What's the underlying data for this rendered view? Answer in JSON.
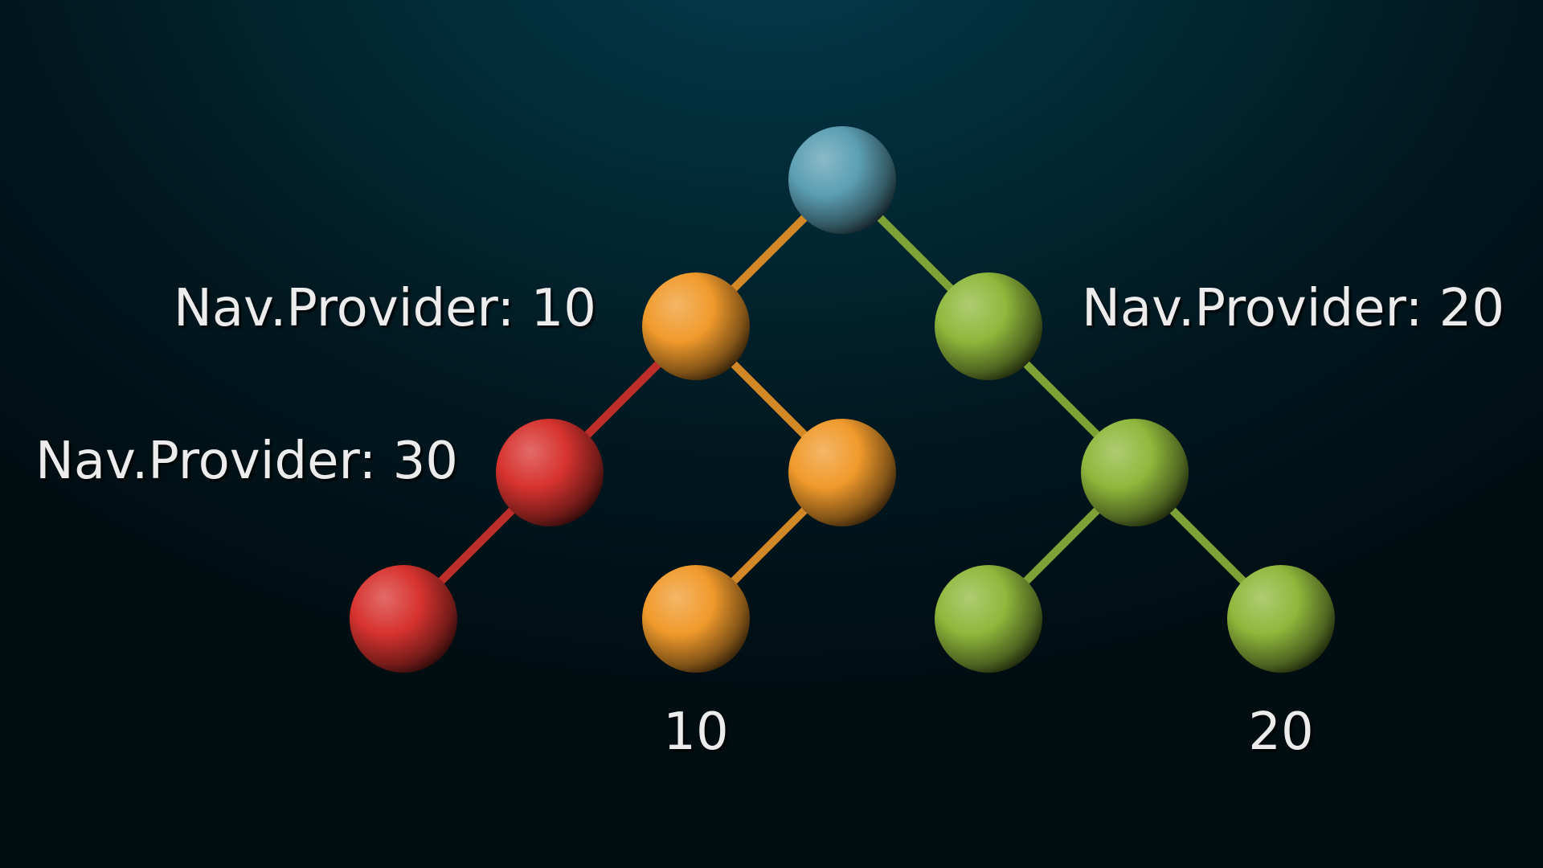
{
  "colors": {
    "root": "#5c9fb3",
    "orange": "#f09a2c",
    "green": "#8fb83c",
    "red": "#d7332f"
  },
  "labels": {
    "provider_left": "Nav.Provider: 10",
    "provider_right": "Nav.Provider: 20",
    "provider_red": "Nav.Provider: 30",
    "value_left": "10",
    "value_right": "20"
  },
  "nodes": [
    {
      "id": "root",
      "color": "root"
    },
    {
      "id": "left",
      "color": "orange",
      "parent": "root"
    },
    {
      "id": "right",
      "color": "green",
      "parent": "root"
    },
    {
      "id": "left-left",
      "color": "red",
      "parent": "left"
    },
    {
      "id": "left-right",
      "color": "orange",
      "parent": "left"
    },
    {
      "id": "right-mid",
      "color": "green",
      "parent": "right"
    },
    {
      "id": "red-leaf",
      "color": "red",
      "parent": "left-left"
    },
    {
      "id": "orange-leaf",
      "color": "orange",
      "parent": "left-right"
    },
    {
      "id": "green-leaf-left",
      "color": "green",
      "parent": "right-mid"
    },
    {
      "id": "green-leaf-right",
      "color": "green",
      "parent": "right-mid"
    }
  ]
}
